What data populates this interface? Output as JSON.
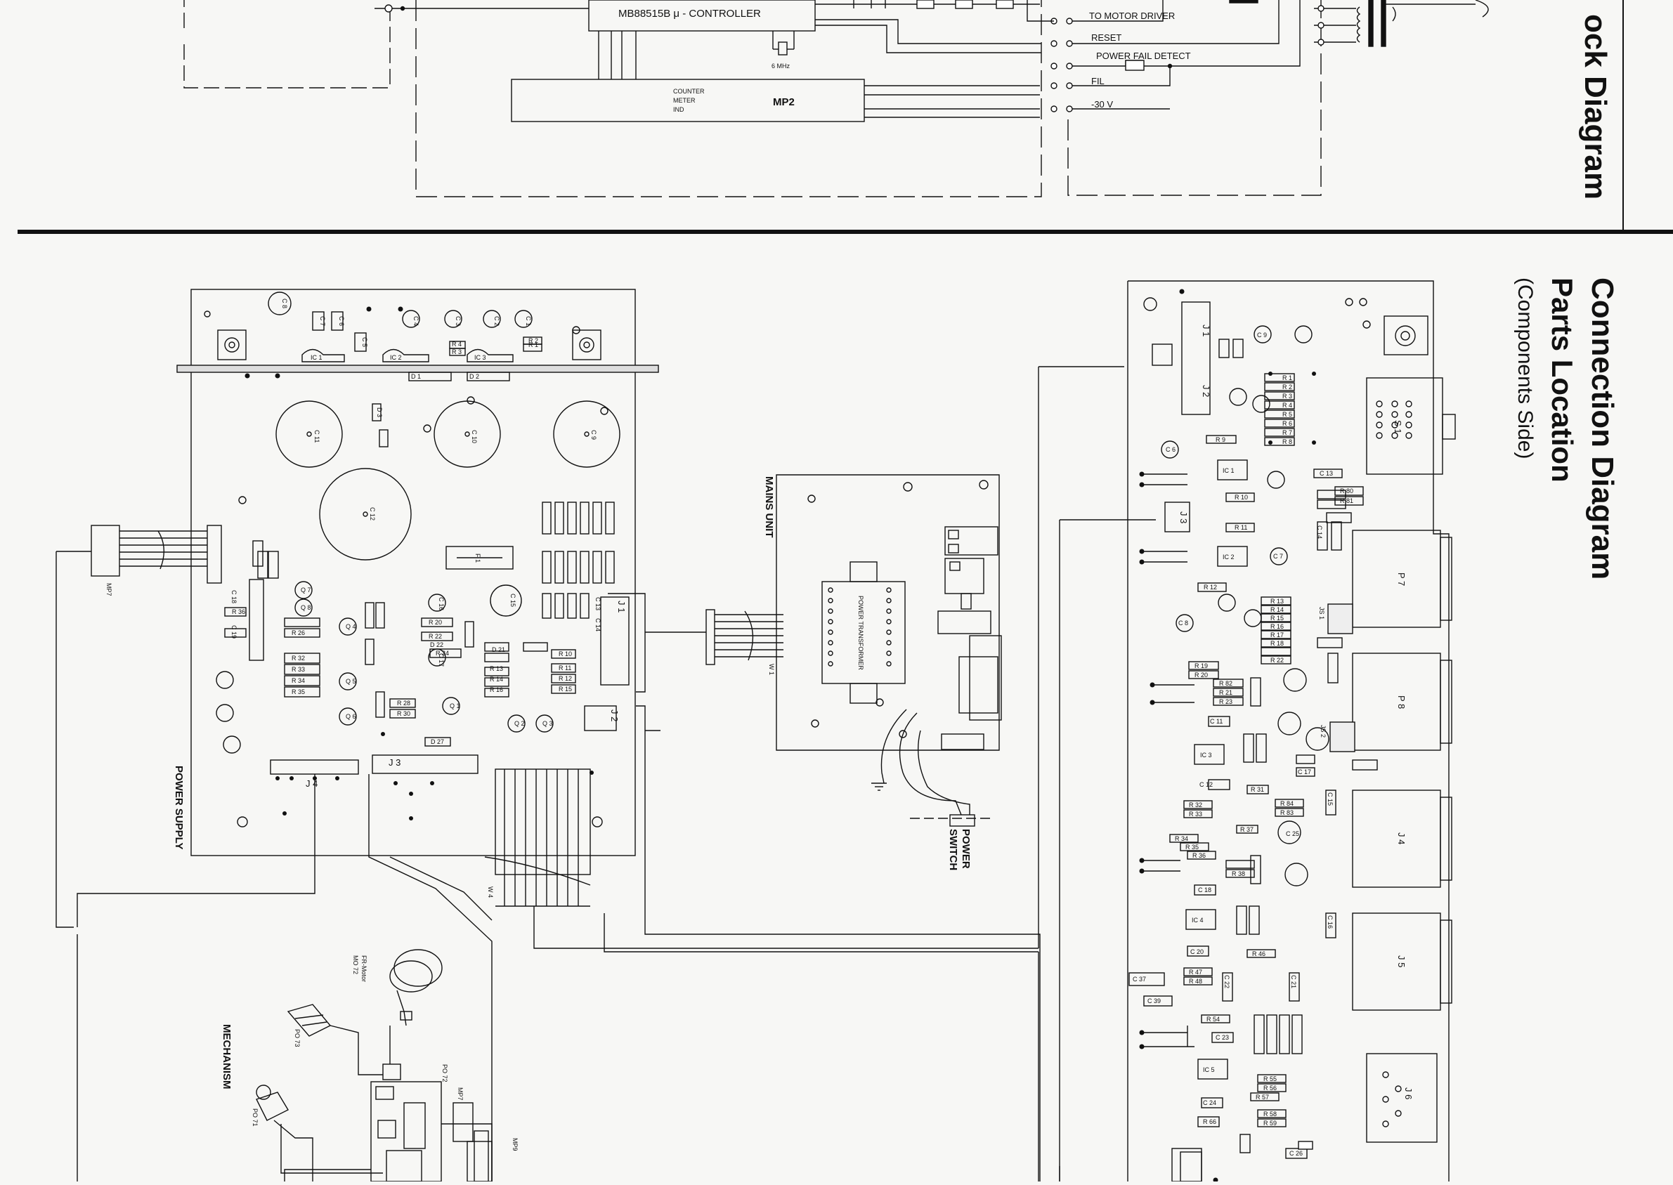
{
  "headings": {
    "block_diagram_title": "ock Diagram",
    "connection_title": "Connection Diagram",
    "parts_title": "Parts Location",
    "parts_subtitle": "(Components Side)"
  },
  "block_diagram": {
    "controller_label": "MB88515B  μ - CONTROLLER",
    "mp2_label": "MP2",
    "counter_label_lines": [
      "COUNTER",
      "METER",
      "IND"
    ],
    "crystal_label": "6 MHz",
    "signals": [
      "TO MOTOR DRIVER",
      "RESET",
      "POWER FAIL DETECT",
      "FIL",
      "-30 V"
    ]
  },
  "boards": {
    "power_supply": "POWER SUPPLY",
    "mains_unit": "MAINS UNIT",
    "power_transformer": "POWER TRANSFORMER",
    "power_switch": [
      "POWER",
      "SWITCH"
    ],
    "mechanism": "MECHANISM",
    "fr_motor": [
      "FR-Motor",
      "MO 72"
    ]
  },
  "connectors": {
    "ps_j1": "J 1",
    "ps_j2": "J 2",
    "ps_j3": "J 3",
    "ps_j4": "J 4",
    "mp7": "MP7",
    "w4": "W 4",
    "w1": "W 1",
    "po72": "PO 72",
    "po73": "PO 73",
    "po71": "PO 71",
    "mp7b": "MP7",
    "mp9": "MP9",
    "main_j1": "J 1",
    "main_j2": "J 2",
    "main_j3": "J 3",
    "p7": "P 7",
    "p8": "P 8",
    "j4": "J 4",
    "j5": "J 5",
    "j6": "J 6",
    "s1": "S 1"
  },
  "power_supply_parts": {
    "caps_big": [
      "C 11",
      "C 10",
      "C 9",
      "C 12",
      "C 15"
    ],
    "caps_small": [
      "C 8",
      "C 7",
      "C 6",
      "C 5",
      "C 4",
      "C 3",
      "C 2",
      "C 1",
      "C 13",
      "C 14",
      "C 16",
      "C 17",
      "C 18",
      "C 19"
    ],
    "resistors": [
      "R 1",
      "R 2",
      "R 3",
      "R 4",
      "R 10",
      "R 11",
      "R 12",
      "R 13",
      "R 14",
      "R 15",
      "R 16",
      "R 20",
      "R 22",
      "R 24",
      "R 26",
      "R 28",
      "R 30",
      "R 32",
      "R 33",
      "R 34",
      "R 35",
      "R 36"
    ],
    "semis": [
      "D 1",
      "D 2",
      "D 3",
      "D 21",
      "D 22",
      "D 27",
      "Q 1",
      "Q 2",
      "Q 3",
      "Q 4",
      "Q 5",
      "Q 6",
      "Q 7",
      "Q 8",
      "IC 1",
      "IC 2",
      "IC 3"
    ],
    "fuse": "F 1"
  },
  "main_board_parts": {
    "ics": [
      "IC 1",
      "IC 2",
      "IC 3",
      "IC 4",
      "IC 5"
    ],
    "caps": [
      "C 6",
      "C 7",
      "C 8",
      "C 9",
      "C 11",
      "C 12",
      "C 13",
      "C 14",
      "C 15",
      "C 16",
      "C 17",
      "C 18",
      "C 20",
      "C 21",
      "C 22",
      "C 23",
      "C 24",
      "C 25",
      "C 26",
      "C 37",
      "C 39"
    ],
    "resistors_col": [
      "R 1",
      "R 2",
      "R 3",
      "R 4",
      "R 5",
      "R 6",
      "R 7",
      "R 8"
    ],
    "resistors": [
      "R 9",
      "R 10",
      "R 11",
      "R 12",
      "R 13",
      "R 14",
      "R 15",
      "R 16",
      "R 17",
      "R 18",
      "R 19",
      "R 20",
      "R 21",
      "R 22",
      "R 23",
      "R 31",
      "R 32",
      "R 33",
      "R 34",
      "R 35",
      "R 36",
      "R 37",
      "R 38",
      "R 46",
      "R 47",
      "R 48",
      "R 54",
      "R 55",
      "R 56",
      "R 57",
      "R 58",
      "R 59",
      "R 66",
      "R 80",
      "R 81",
      "R 82",
      "R 83",
      "R 84"
    ],
    "jumpers": [
      "JS 1",
      "JS 2"
    ]
  }
}
